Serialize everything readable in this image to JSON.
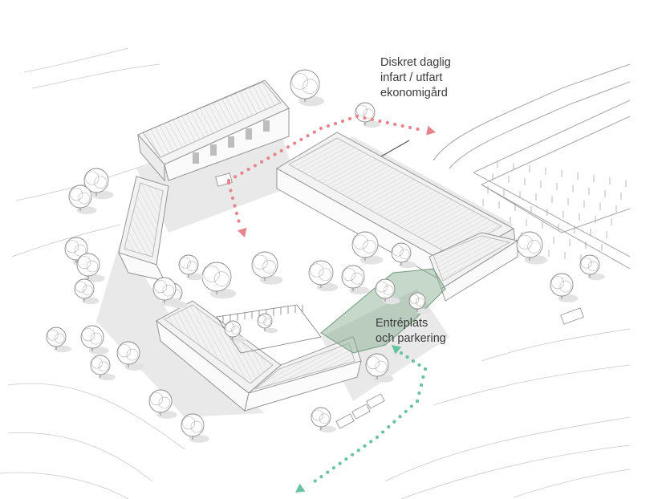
{
  "annotations": {
    "economy_yard": {
      "lines": [
        "Diskret daglig",
        "infart / utfart",
        "ekonomigård"
      ],
      "arrow_color": "#e8838b"
    },
    "entrance": {
      "lines": [
        "Entréplats",
        "och parkering"
      ],
      "arrow_color": "#66c29f",
      "highlight_color": "#7fa98a"
    }
  },
  "colors": {
    "line": "#8a8a8a",
    "roof": "#f2f2f2",
    "shadow": "#e4e4e4",
    "tree": "#ffffff"
  }
}
